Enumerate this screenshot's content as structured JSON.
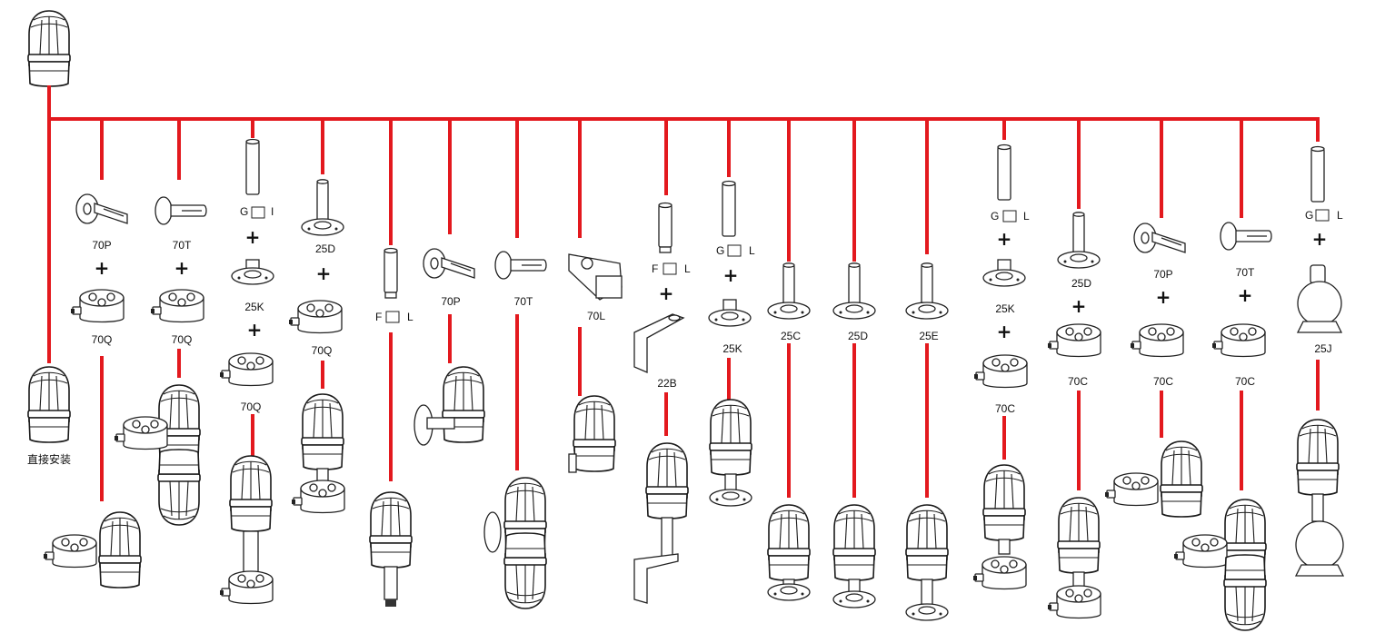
{
  "colors": {
    "line": "#e3191e",
    "ink": "#111111"
  },
  "icons": {
    "beacon": "beacon-light-icon",
    "pole": "pole-tube-icon",
    "base": "mounting-base-icon",
    "box": "junction-box-icon",
    "bracket": "wall-bracket-icon"
  },
  "direct_mount_label": "直接安装",
  "columns": [
    {
      "parts": [
        "70P",
        "+",
        "70Q"
      ]
    },
    {
      "parts": [
        "70T",
        "+",
        "70Q"
      ]
    },
    {
      "parts": [
        "G",
        "I",
        "+",
        "25K",
        "+",
        "70Q"
      ]
    },
    {
      "parts": [
        "25D",
        "+",
        "70Q"
      ]
    },
    {
      "parts": [
        "F",
        "L"
      ]
    },
    {
      "parts": [
        "70P"
      ]
    },
    {
      "parts": [
        "70T"
      ]
    },
    {
      "parts": [
        "70L"
      ]
    },
    {
      "parts": [
        "F",
        "L",
        "+",
        "22B"
      ]
    },
    {
      "parts": [
        "G",
        "L",
        "+",
        "25K"
      ]
    },
    {
      "parts": [
        "25C"
      ]
    },
    {
      "parts": [
        "25D"
      ]
    },
    {
      "parts": [
        "25E"
      ]
    },
    {
      "parts": [
        "G",
        "L",
        "+",
        "25K",
        "+",
        "70C"
      ]
    },
    {
      "parts": [
        "25D",
        "+",
        "70C"
      ]
    },
    {
      "parts": [
        "70P",
        "+",
        "70C"
      ]
    },
    {
      "parts": [
        "70T",
        "+",
        "70C"
      ]
    },
    {
      "parts": [
        "G",
        "L",
        "+",
        "25J"
      ]
    }
  ]
}
